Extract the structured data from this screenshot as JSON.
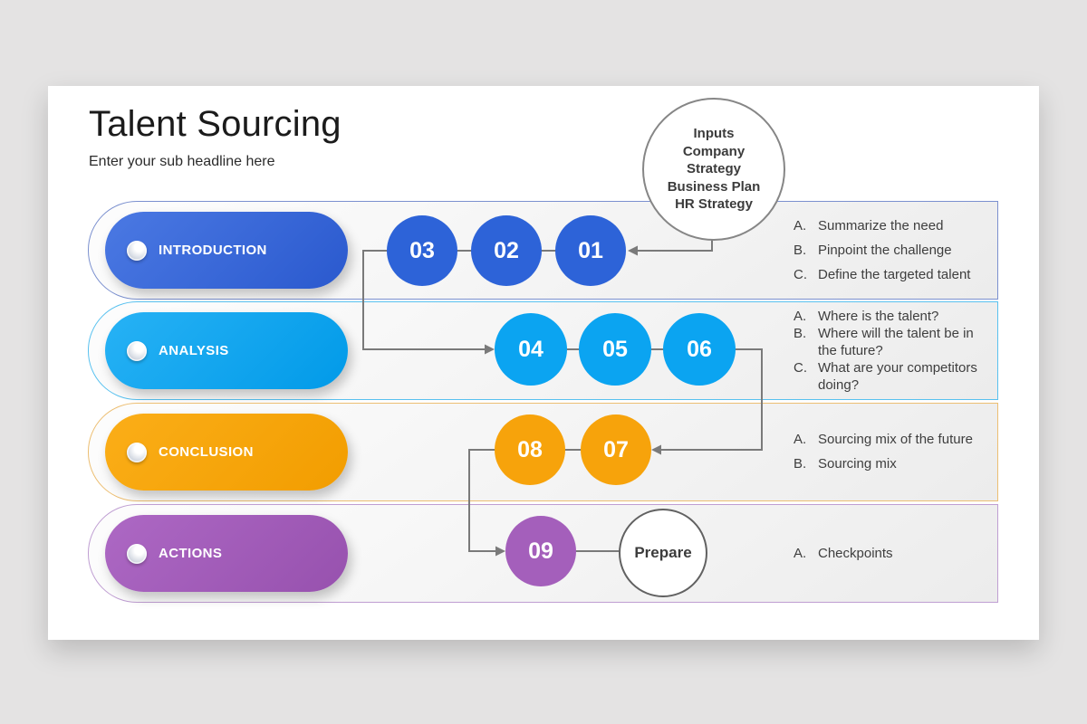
{
  "slide": {
    "title": "Talent Sourcing",
    "subtitle": "Enter your sub headline here"
  },
  "inputs_circle": {
    "lines": [
      "Inputs",
      "Company",
      "Strategy",
      "Business Plan",
      "HR Strategy"
    ]
  },
  "prepare_circle": {
    "label": "Prepare"
  },
  "rows": [
    {
      "label": "INTRODUCTION",
      "accent_color": "#3161d4",
      "steps": [
        "03",
        "02",
        "01"
      ],
      "items": [
        {
          "letter": "A.",
          "text": "Summarize the need"
        },
        {
          "letter": "B.",
          "text": "Pinpoint the challenge"
        },
        {
          "letter": "C.",
          "text": "Define the targeted talent"
        }
      ]
    },
    {
      "label": "ANALYSIS",
      "accent_color": "#09a3f1",
      "steps": [
        "04",
        "05",
        "06"
      ],
      "items": [
        {
          "letter": "A.",
          "text": "Where is the talent?"
        },
        {
          "letter": "B.",
          "text": "Where will the talent be in the future?"
        },
        {
          "letter": "C.",
          "text": "What are your competitors doing?"
        }
      ]
    },
    {
      "label": "CONCLUSION",
      "accent_color": "#f7a408",
      "steps": [
        "08",
        "07"
      ],
      "items": [
        {
          "letter": "A.",
          "text": "Sourcing mix of the future"
        },
        {
          "letter": "B.",
          "text": "Sourcing mix"
        }
      ]
    },
    {
      "label": "ACTIONS",
      "accent_color": "#a35dbb",
      "steps": [
        "09"
      ],
      "items": [
        {
          "letter": "A.",
          "text": "Checkpoints"
        }
      ]
    }
  ],
  "colors": {
    "row1_fill": "#3161d4",
    "row2_fill": "#09a3f1",
    "row3_fill": "#f7a408",
    "row4_fill": "#a35dbb",
    "connector": "#7a7a7a",
    "slide_background": "#ffffff",
    "page_background": "#e4e3e3"
  }
}
